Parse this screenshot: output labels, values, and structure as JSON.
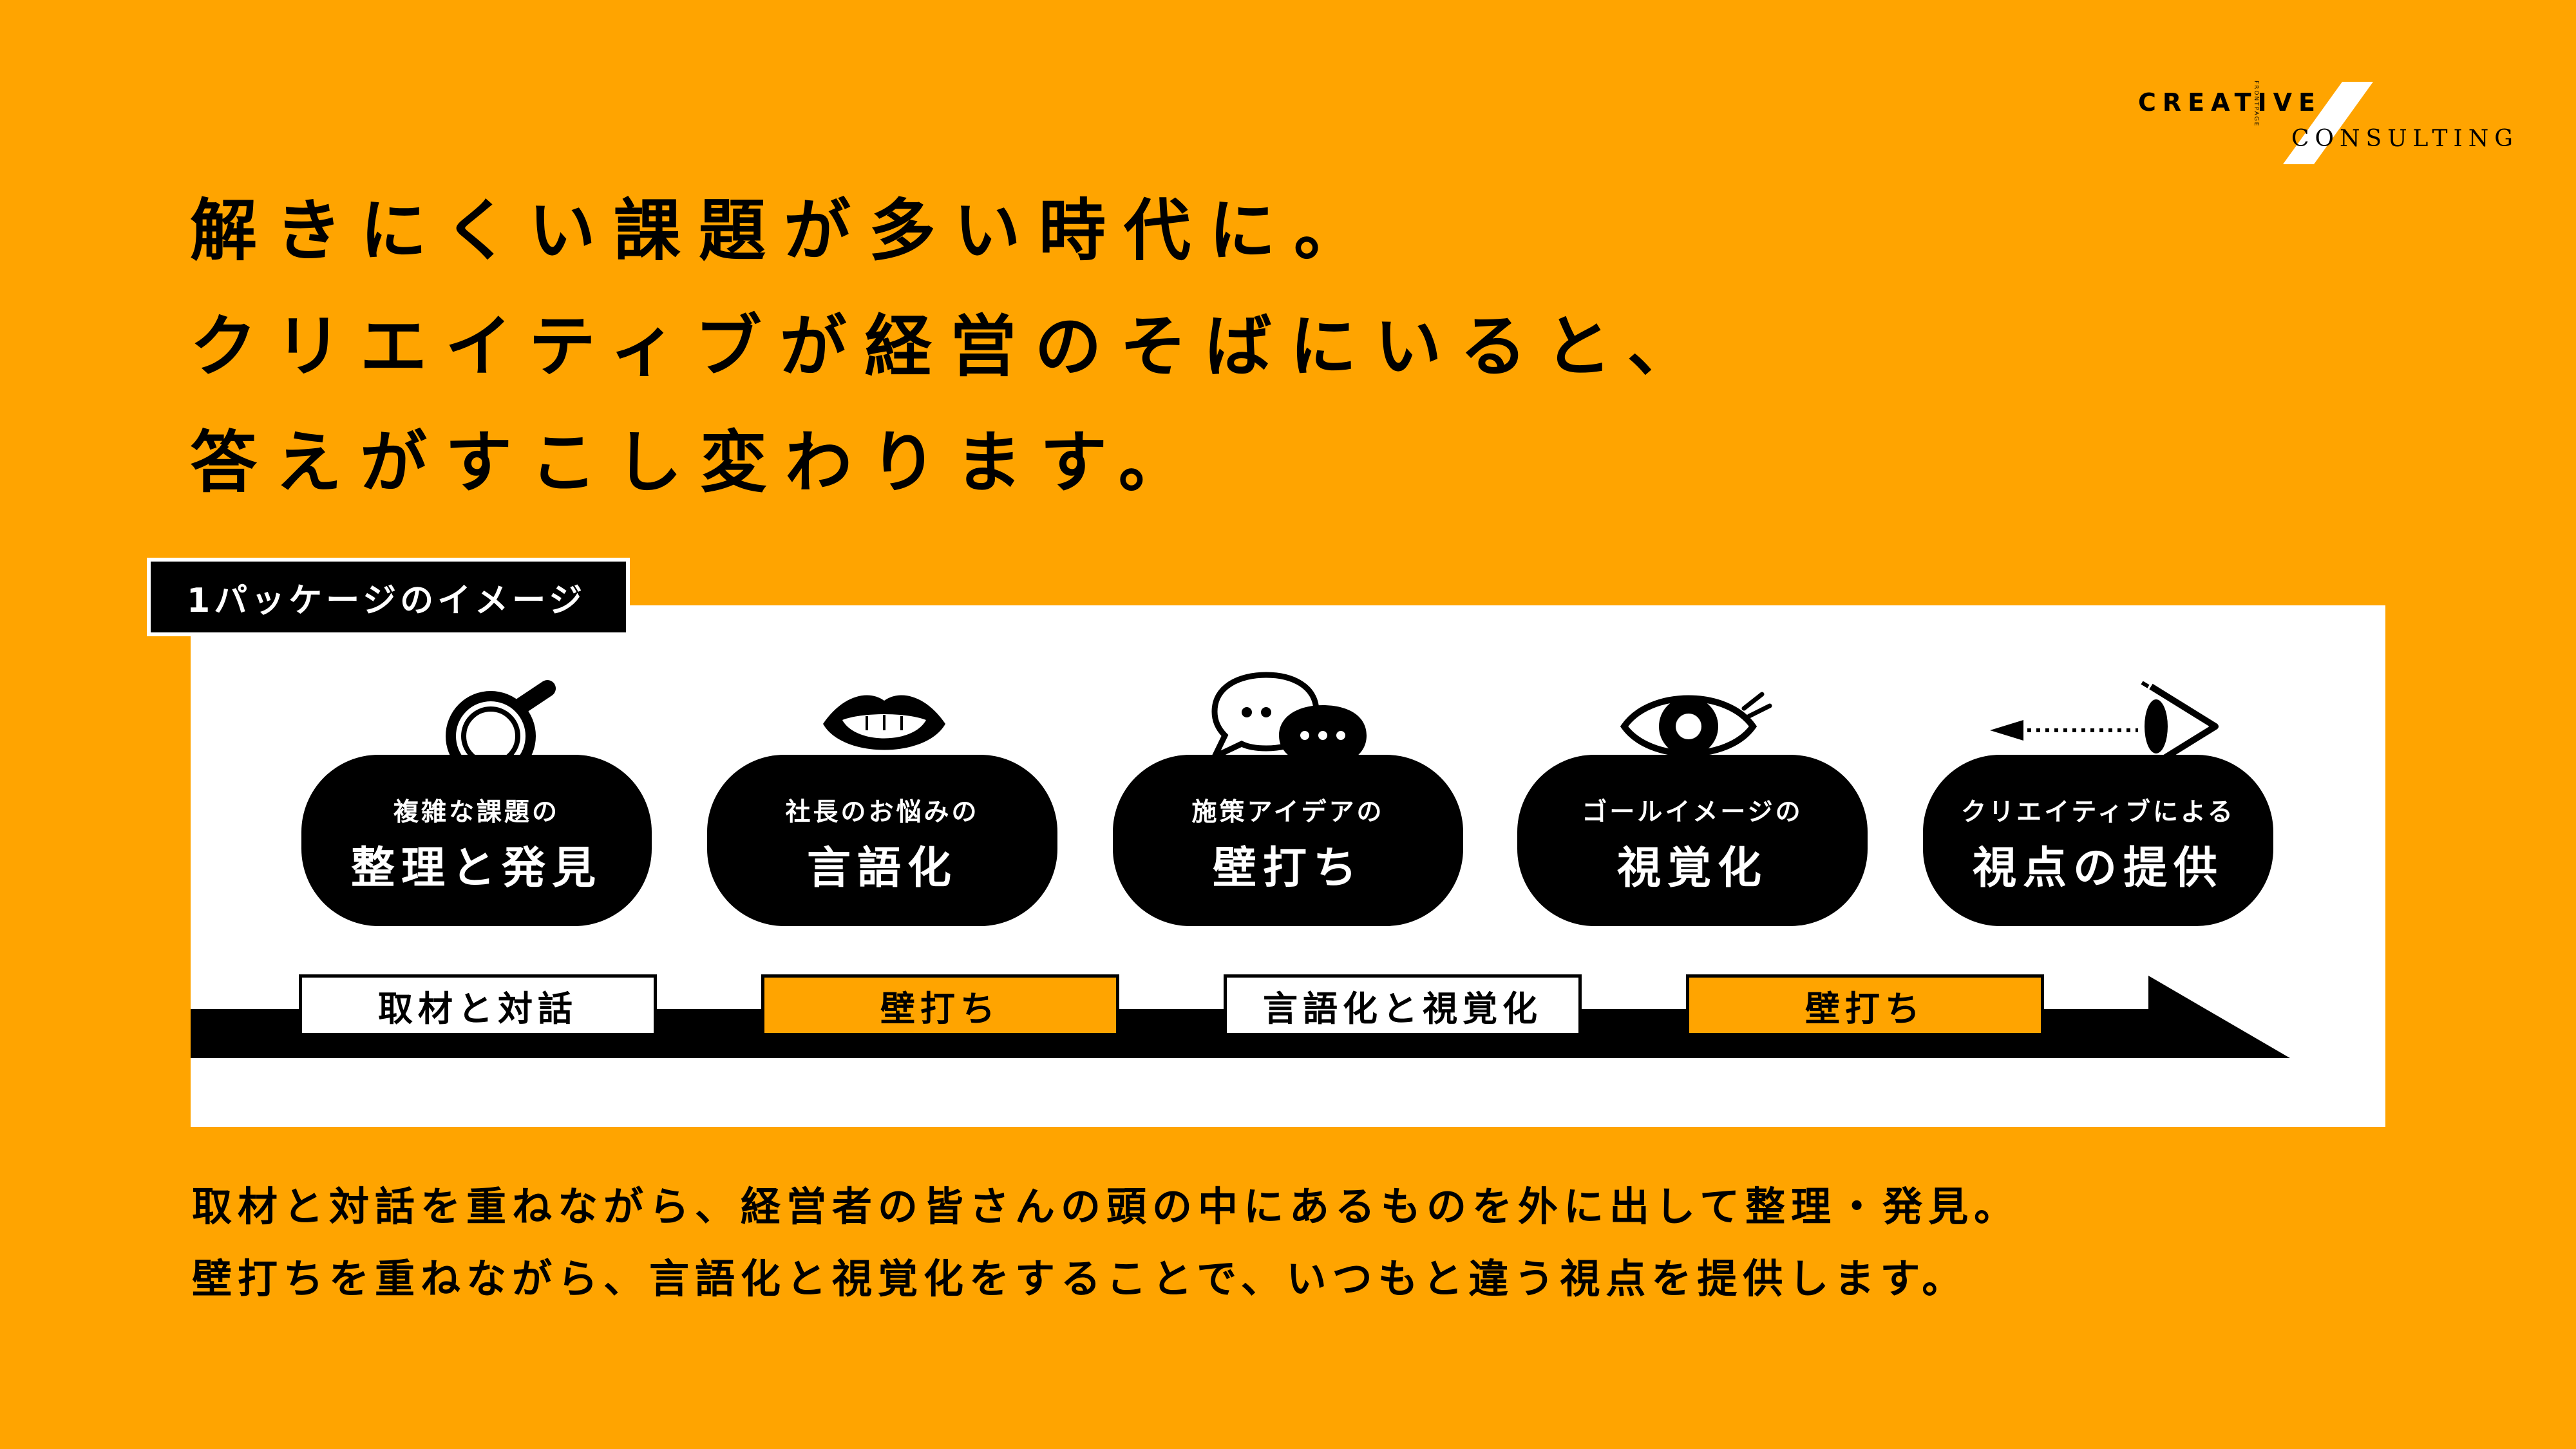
{
  "logo": {
    "word1": "CREATIVE",
    "word2": "CONSULTING",
    "vertical": "FRONTPAGE"
  },
  "headline": [
    "解きにくい課題が多い時代に。",
    "クリエイティブが経営のそばにいると、",
    "答えがすこし変わります。"
  ],
  "package_label": "1パッケージのイメージ",
  "steps": [
    {
      "sub": "複雑な課題の",
      "main": "整理と発見",
      "icon": "magnifier-icon"
    },
    {
      "sub": "社長のお悩みの",
      "main": "言語化",
      "icon": "mouth-icon"
    },
    {
      "sub": "施策アイデアの",
      "main": "壁打ち",
      "icon": "speech-bubbles-icon"
    },
    {
      "sub": "ゴールイメージの",
      "main": "視覚化",
      "icon": "eye-icon"
    },
    {
      "sub": "クリエイティブによる",
      "main": "視点の提供",
      "icon": "side-eye-icon"
    }
  ],
  "phases": [
    "取材と対話",
    "壁打ち",
    "言語化と視覚化",
    "壁打ち"
  ],
  "description": [
    "取材と対話を重ねながら、経営者の皆さんの頭の中にあるものを外に出して整理・発見。",
    "壁打ちを重ねながら、言語化と視覚化をすることで、いつもと違う視点を提供します。"
  ],
  "colors": {
    "background": "#FFA400",
    "ink": "#000000",
    "panel": "#FFFFFF"
  }
}
